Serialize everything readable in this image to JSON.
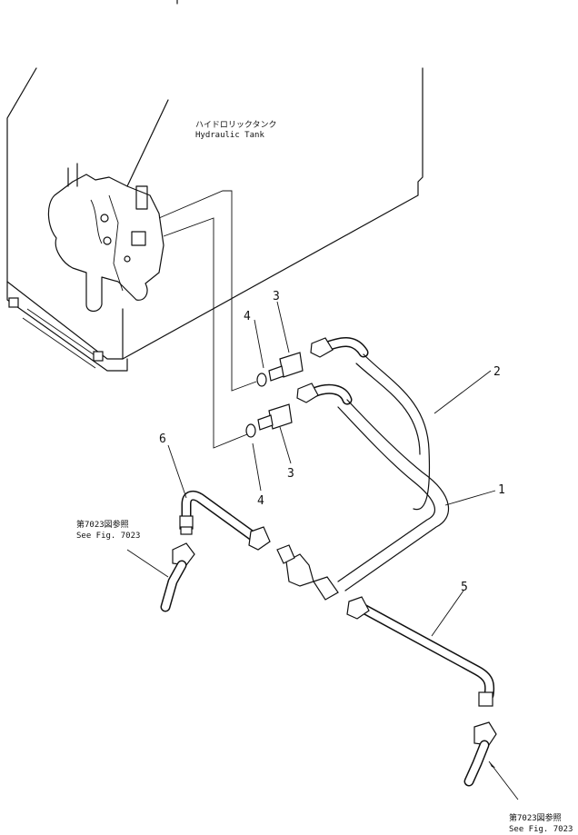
{
  "labels": {
    "hydraulic_tank_jp": "ハイドロリックタンク",
    "hydraulic_tank_en": "Hydraulic Tank",
    "see_fig_left_jp": "第7023図参照",
    "see_fig_left_en": "See Fig. 7023",
    "see_fig_right_jp": "第7023図参照",
    "see_fig_right_en": "See Fig. 7023"
  },
  "callouts": {
    "c1": "1",
    "c2": "2",
    "c3_top": "3",
    "c3_bottom": "3",
    "c4_top": "4",
    "c4_bottom": "4",
    "c5": "5",
    "c6": "6"
  }
}
